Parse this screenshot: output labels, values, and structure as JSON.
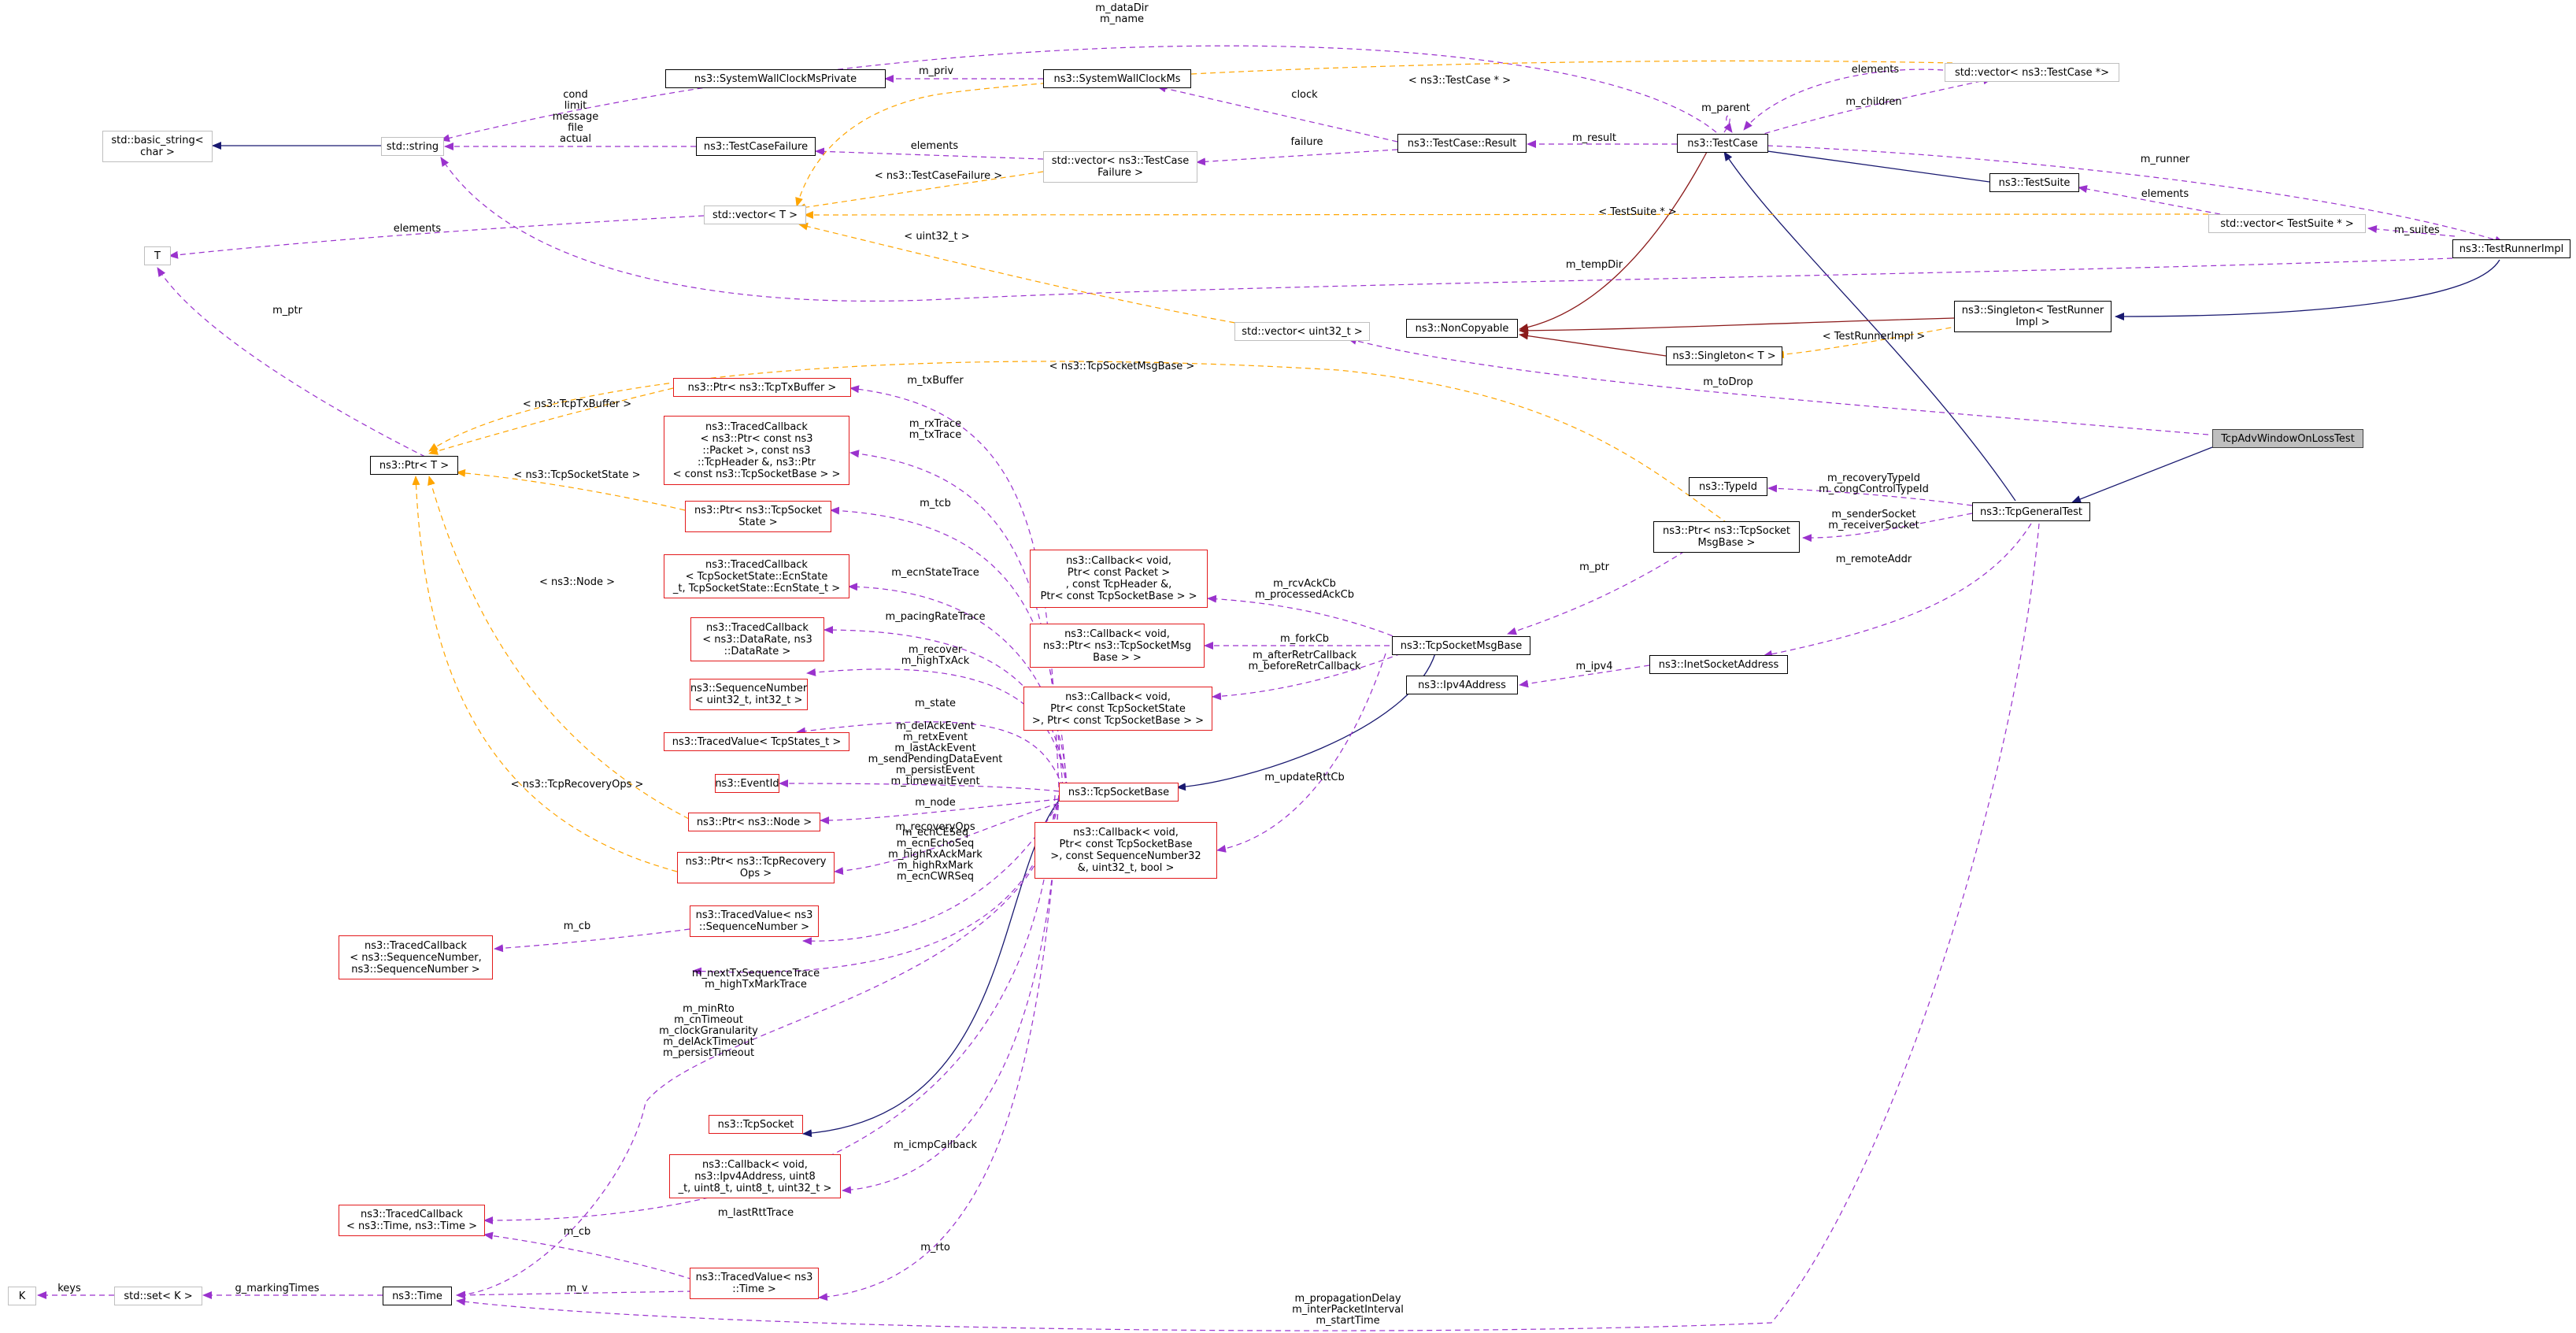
{
  "diagram": {
    "colors": {
      "purple_dashed": "#9a32cd",
      "orange_dashed": "#ffa500",
      "navy_inherit": "#191970",
      "darkred_inherit": "#8b1a1a",
      "red_border": "#e31a1c",
      "gray_border": "#bfbfbf",
      "highlight_fill": "#bfbfbf"
    },
    "nodes": [
      {
        "id": "TcpAdvWindowOnLossTest",
        "label": "TcpAdvWindowOnLossTest",
        "style": "highlight"
      },
      {
        "id": "TcpGeneralTest",
        "label": "ns3::TcpGeneralTest",
        "style": "black"
      },
      {
        "id": "TestCase",
        "label": "ns3::TestCase",
        "style": "black"
      },
      {
        "id": "TestSuite",
        "label": "ns3::TestSuite",
        "style": "black"
      },
      {
        "id": "TestRunnerImpl",
        "label": "ns3::TestRunnerImpl",
        "style": "black"
      },
      {
        "id": "SingletonTRI",
        "label": "ns3::Singleton< TestRunner\nImpl >",
        "style": "black"
      },
      {
        "id": "SingletonT",
        "label": "ns3::Singleton< T >",
        "style": "black"
      },
      {
        "id": "NonCopyable",
        "label": "ns3::NonCopyable",
        "style": "black"
      },
      {
        "id": "TestCaseResult",
        "label": "ns3::TestCase::Result",
        "style": "black"
      },
      {
        "id": "SystemWallClockMs",
        "label": "ns3::SystemWallClockMs",
        "style": "black"
      },
      {
        "id": "SystemWallClockMsPrivate",
        "label": "ns3::SystemWallClockMsPrivate",
        "style": "black"
      },
      {
        "id": "TestCaseFailure",
        "label": "ns3::TestCaseFailure",
        "style": "black"
      },
      {
        "id": "StdString",
        "label": "std::string",
        "style": "gray"
      },
      {
        "id": "BasicString",
        "label": "std::basic_string<\nchar >",
        "style": "gray"
      },
      {
        "id": "VecTestCasePtr",
        "label": "std::vector< ns3::TestCase *>",
        "style": "gray"
      },
      {
        "id": "VecFailure",
        "label": "std::vector< ns3::TestCase\nFailure >",
        "style": "gray"
      },
      {
        "id": "VecT",
        "label": "std::vector< T >",
        "style": "gray"
      },
      {
        "id": "VecTestSuitePtr",
        "label": "std::vector< TestSuite * >",
        "style": "gray"
      },
      {
        "id": "VecUint32",
        "label": "std::vector< uint32_t >",
        "style": "gray"
      },
      {
        "id": "T",
        "label": "T",
        "style": "gray"
      },
      {
        "id": "PtrT",
        "label": "ns3::Ptr< T >",
        "style": "black"
      },
      {
        "id": "TypeId",
        "label": "ns3::TypeId",
        "style": "black"
      },
      {
        "id": "PtrMsgBase",
        "label": "ns3::Ptr< ns3::TcpSocket\nMsgBase >",
        "style": "black"
      },
      {
        "id": "TcpSocketMsgBase",
        "label": "ns3::TcpSocketMsgBase",
        "style": "black"
      },
      {
        "id": "InetSocketAddress",
        "label": "ns3::InetSocketAddress",
        "style": "black"
      },
      {
        "id": "Ipv4Address",
        "label": "ns3::Ipv4Address",
        "style": "black"
      },
      {
        "id": "TcpSocketBase",
        "label": "ns3::TcpSocketBase",
        "style": "red"
      },
      {
        "id": "PtrTxBuffer",
        "label": "ns3::Ptr< ns3::TcpTxBuffer >",
        "style": "red"
      },
      {
        "id": "TracedCbPacket",
        "label": "ns3::TracedCallback\n< ns3::Ptr< const ns3\n::Packet >, const ns3\n::TcpHeader &, ns3::Ptr\n< const ns3::TcpSocketBase > >",
        "style": "red"
      },
      {
        "id": "PtrSocketState",
        "label": "ns3::Ptr< ns3::TcpSocket\nState >",
        "style": "red"
      },
      {
        "id": "TracedCbEcn",
        "label": "ns3::TracedCallback\n< TcpSocketState::EcnState\n_t, TcpSocketState::EcnState_t >",
        "style": "red"
      },
      {
        "id": "TracedCbDataRate",
        "label": "ns3::TracedCallback\n< ns3::DataRate, ns3\n::DataRate >",
        "style": "red"
      },
      {
        "id": "SeqNumber",
        "label": "ns3::SequenceNumber\n< uint32_t, int32_t >",
        "style": "red"
      },
      {
        "id": "TracedValueStates",
        "label": "ns3::TracedValue< TcpStates_t >",
        "style": "red"
      },
      {
        "id": "EventId",
        "label": "ns3::EventId",
        "style": "red"
      },
      {
        "id": "PtrNode",
        "label": "ns3::Ptr< ns3::Node >",
        "style": "red"
      },
      {
        "id": "PtrRecovery",
        "label": "ns3::Ptr< ns3::TcpRecovery\nOps >",
        "style": "red"
      },
      {
        "id": "TracedValueSeq",
        "label": "ns3::TracedValue< ns3\n::SequenceNumber >",
        "style": "red"
      },
      {
        "id": "TracedCbSeq",
        "label": "ns3::TracedCallback\n< ns3::SequenceNumber,\nns3::SequenceNumber >",
        "style": "red"
      },
      {
        "id": "TcpSocket",
        "label": "ns3::TcpSocket",
        "style": "red"
      },
      {
        "id": "CbIcmp",
        "label": "ns3::Callback< void,\nns3::Ipv4Address, uint8\n_t, uint8_t, uint8_t, uint32_t >",
        "style": "red"
      },
      {
        "id": "TracedCbTime",
        "label": "ns3::TracedCallback\n< ns3::Time, ns3::Time >",
        "style": "red"
      },
      {
        "id": "TracedValueTime",
        "label": "ns3::TracedValue< ns3\n::Time >",
        "style": "red"
      },
      {
        "id": "Time",
        "label": "ns3::Time",
        "style": "black"
      },
      {
        "id": "SetK",
        "label": "std::set< K >",
        "style": "gray"
      },
      {
        "id": "K",
        "label": "K",
        "style": "gray"
      },
      {
        "id": "CbRcvAck",
        "label": "ns3::Callback< void,\nPtr< const Packet >\n, const TcpHeader &,\nPtr< const TcpSocketBase > >",
        "style": "red"
      },
      {
        "id": "CbFork",
        "label": "ns3::Callback< void,\nns3::Ptr< ns3::TcpSocketMsg\nBase > >",
        "style": "red"
      },
      {
        "id": "CbRetr",
        "label": "ns3::Callback< void,\nPtr< const TcpSocketState\n>, Ptr< const TcpSocketBase > >",
        "style": "red"
      },
      {
        "id": "CbRtt",
        "label": "ns3::Callback< void,\nPtr< const TcpSocketBase\n>, const SequenceNumber32\n&, uint32_t, bool >",
        "style": "red"
      }
    ],
    "edge_labels": [
      {
        "id": "dataDir",
        "text": "m_dataDir\nm_name"
      },
      {
        "id": "priv",
        "text": "m_priv"
      },
      {
        "id": "clock",
        "text": "clock"
      },
      {
        "id": "elements_tc",
        "text": "elements"
      },
      {
        "id": "tcptr",
        "text": "< ns3::TestCase * >"
      },
      {
        "id": "children",
        "text": "m_children"
      },
      {
        "id": "parent",
        "text": "m_parent"
      },
      {
        "id": "cond",
        "text": "cond\nlimit\nmessage\nfile\nactual"
      },
      {
        "id": "elements_f",
        "text": "elements"
      },
      {
        "id": "failure",
        "text": "failure"
      },
      {
        "id": "result",
        "text": "m_result"
      },
      {
        "id": "tcfailure",
        "text": "< ns3::TestCaseFailure >"
      },
      {
        "id": "runner",
        "text": "m_runner"
      },
      {
        "id": "elements_ts",
        "text": "elements"
      },
      {
        "id": "suites",
        "text": "m_suites"
      },
      {
        "id": "elements_t",
        "text": "elements"
      },
      {
        "id": "tsptr",
        "text": "< TestSuite * >"
      },
      {
        "id": "uint32",
        "text": "< uint32_t >"
      },
      {
        "id": "tempDir",
        "text": "m_tempDir"
      },
      {
        "id": "mptr_t",
        "text": "m_ptr"
      },
      {
        "id": "tri",
        "text": "< TestRunnerImpl >"
      },
      {
        "id": "msgbase",
        "text": "< ns3::TcpSocketMsgBase >"
      },
      {
        "id": "toDrop",
        "text": "m_toDrop"
      },
      {
        "id": "txbuf_t",
        "text": "< ns3::TcpTxBuffer >"
      },
      {
        "id": "txBuffer",
        "text": "m_txBuffer"
      },
      {
        "id": "rxTrace",
        "text": "m_rxTrace\nm_txTrace"
      },
      {
        "id": "sockstate",
        "text": "< ns3::TcpSocketState >"
      },
      {
        "id": "tcb",
        "text": "m_tcb"
      },
      {
        "id": "recoveryTypeId",
        "text": "m_recoveryTypeId\nm_congControlTypeId"
      },
      {
        "id": "senderSocket",
        "text": "m_senderSocket\nm_receiverSocket"
      },
      {
        "id": "remoteAddr",
        "text": "m_remoteAddr"
      },
      {
        "id": "mptr_msg",
        "text": "m_ptr"
      },
      {
        "id": "rcvAckCb",
        "text": "m_rcvAckCb\nm_processedAckCb"
      },
      {
        "id": "forkCb",
        "text": "m_forkCb"
      },
      {
        "id": "afterRetr",
        "text": "m_afterRetrCallback\nm_beforeRetrCallback"
      },
      {
        "id": "ipv4",
        "text": "m_ipv4"
      },
      {
        "id": "ecnState",
        "text": "m_ecnStateTrace"
      },
      {
        "id": "pacing",
        "text": "m_pacingRateTrace"
      },
      {
        "id": "node_t",
        "text": "< ns3::Node >"
      },
      {
        "id": "recover",
        "text": "m_recover\nm_highTxAck"
      },
      {
        "id": "state",
        "text": "m_state"
      },
      {
        "id": "events",
        "text": "m_delAckEvent\nm_retxEvent\nm_lastAckEvent\nm_sendPendingDataEvent\nm_persistEvent\nm_timewaitEvent"
      },
      {
        "id": "node",
        "text": "m_node"
      },
      {
        "id": "recoveryOps_t",
        "text": "< ns3::TcpRecoveryOps >"
      },
      {
        "id": "recoveryOps",
        "text": "m_recoveryOps"
      },
      {
        "id": "updateRtt",
        "text": "m_updateRttCb"
      },
      {
        "id": "ecnCE",
        "text": "m_ecnCESeq\nm_ecnEchoSeq\nm_highRxAckMark\nm_highRxMark\nm_ecnCWRSeq"
      },
      {
        "id": "mcb1",
        "text": "m_cb"
      },
      {
        "id": "nextTx",
        "text": "m_nextTxSequenceTrace\nm_highTxMarkTrace"
      },
      {
        "id": "minRto",
        "text": "m_minRto\nm_cnTimeout\nm_clockGranularity\nm_delAckTimeout\nm_persistTimeout"
      },
      {
        "id": "icmp",
        "text": "m_icmpCallback"
      },
      {
        "id": "lastRtt",
        "text": "m_lastRttTrace"
      },
      {
        "id": "mcb2",
        "text": "m_cb"
      },
      {
        "id": "rto",
        "text": "m_rto"
      },
      {
        "id": "keys",
        "text": "keys"
      },
      {
        "id": "marking",
        "text": "g_markingTimes"
      },
      {
        "id": "mv",
        "text": "m_v"
      },
      {
        "id": "propagation",
        "text": "m_propagationDelay\nm_interPacketInterval\nm_startTime"
      }
    ]
  }
}
